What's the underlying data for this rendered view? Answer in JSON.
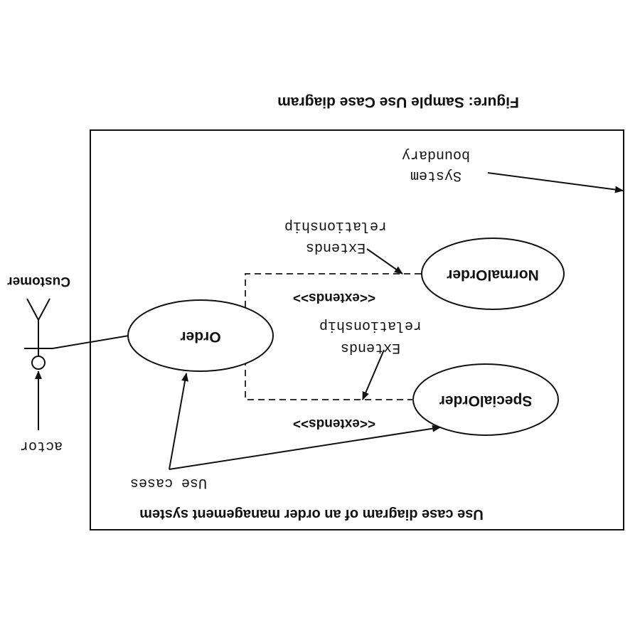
{
  "figure_title": "Figure: Sample Use Case diagram",
  "system_caption": "Use case diagram of an order management system",
  "actor": {
    "name": "Customer",
    "annotation": "actor"
  },
  "use_cases": {
    "order": "Order",
    "normal_order": "NormalOrder",
    "special_order": "SpecialOrder"
  },
  "annotations": {
    "system_boundary_line1": "System",
    "system_boundary_line2": "boundary",
    "extends_rel_top_line1": "Extends",
    "extends_rel_top_line2": "relationship",
    "extends_rel_mid_line1": "Extends",
    "extends_rel_mid_line2": "relationship",
    "use_cases_label": "Use cases"
  },
  "stereotypes": {
    "extends_top": "<<extends>>",
    "extends_bottom": "<<extends>>"
  }
}
